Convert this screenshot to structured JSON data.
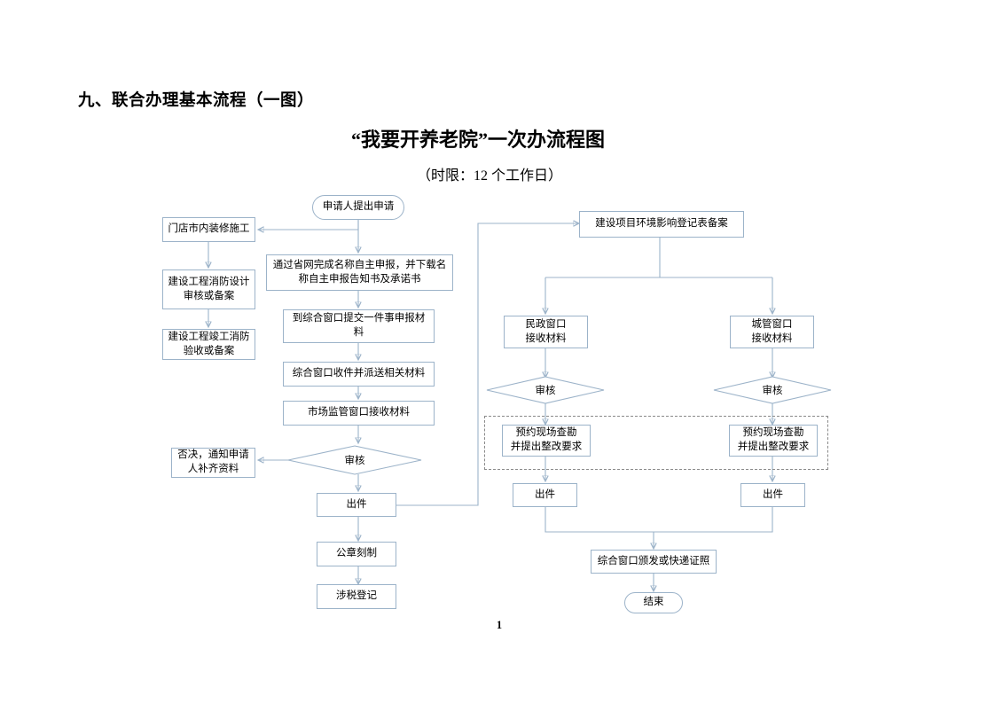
{
  "document": {
    "section_heading": "九、联合办理基本流程（一图）",
    "title": "“我要开养老院”一次办流程图",
    "subtitle": "（时限：12 个工作日）",
    "page_number": "1"
  },
  "colors": {
    "node_border": "#9cb3c9",
    "connector": "#9cb3c9",
    "arrow": "#3f6f9f",
    "dashed_group_border": "#8a8a8a",
    "text": "#000000",
    "background": "#ffffff"
  },
  "flowchart": {
    "type": "process-flowchart",
    "nodes": [
      {
        "id": "start",
        "shape": "terminator",
        "label": "申请人提出申请"
      },
      {
        "id": "store-decor",
        "shape": "process",
        "label": "门店市内装修施工"
      },
      {
        "id": "fire-design",
        "shape": "process",
        "label": "建设工程消防设计\n审核或备案"
      },
      {
        "id": "fire-accept",
        "shape": "process",
        "label": "建设工程竣工消防\n验收或备案"
      },
      {
        "id": "name-declare",
        "shape": "process",
        "label": "通过省网完成名称自主申报，并下载名\n称自主申报告知书及承诺书"
      },
      {
        "id": "submit-window",
        "shape": "process",
        "label": "到综合窗口提交一件事申报材\n料"
      },
      {
        "id": "window-dispatch",
        "shape": "process",
        "label": "综合窗口收件并派送相关材料"
      },
      {
        "id": "market-window",
        "shape": "process",
        "label": "市场监管窗口接收材料"
      },
      {
        "id": "review-market",
        "shape": "decision",
        "label": "审核"
      },
      {
        "id": "reject-notice",
        "shape": "process",
        "label": "否决，通知申请\n人补齐资料"
      },
      {
        "id": "issue-market",
        "shape": "process",
        "label": "出件"
      },
      {
        "id": "seal-engraving",
        "shape": "process",
        "label": "公章刻制"
      },
      {
        "id": "tax-registration",
        "shape": "process",
        "label": "涉税登记"
      },
      {
        "id": "env-record",
        "shape": "process",
        "label": "建设项目环境影响登记表备案"
      },
      {
        "id": "civil-window",
        "shape": "process",
        "label": "民政窗口\n接收材料"
      },
      {
        "id": "urban-window",
        "shape": "process",
        "label": "城管窗口\n接收材料"
      },
      {
        "id": "review-civil",
        "shape": "decision",
        "label": "审核"
      },
      {
        "id": "review-urban",
        "shape": "decision",
        "label": "审核"
      },
      {
        "id": "survey-civil",
        "shape": "process",
        "label": "预约现场查勘\n并提出整改要求"
      },
      {
        "id": "survey-urban",
        "shape": "process",
        "label": "预约现场查勘\n并提出整改要求"
      },
      {
        "id": "issue-civil",
        "shape": "process",
        "label": "出件"
      },
      {
        "id": "issue-urban",
        "shape": "process",
        "label": "出件"
      },
      {
        "id": "license-issue",
        "shape": "process",
        "label": "综合窗口颁发或快递证照"
      },
      {
        "id": "end",
        "shape": "terminator",
        "label": "结束"
      }
    ],
    "dashed_group": {
      "id": "onsite-survey-group",
      "label": ""
    }
  }
}
